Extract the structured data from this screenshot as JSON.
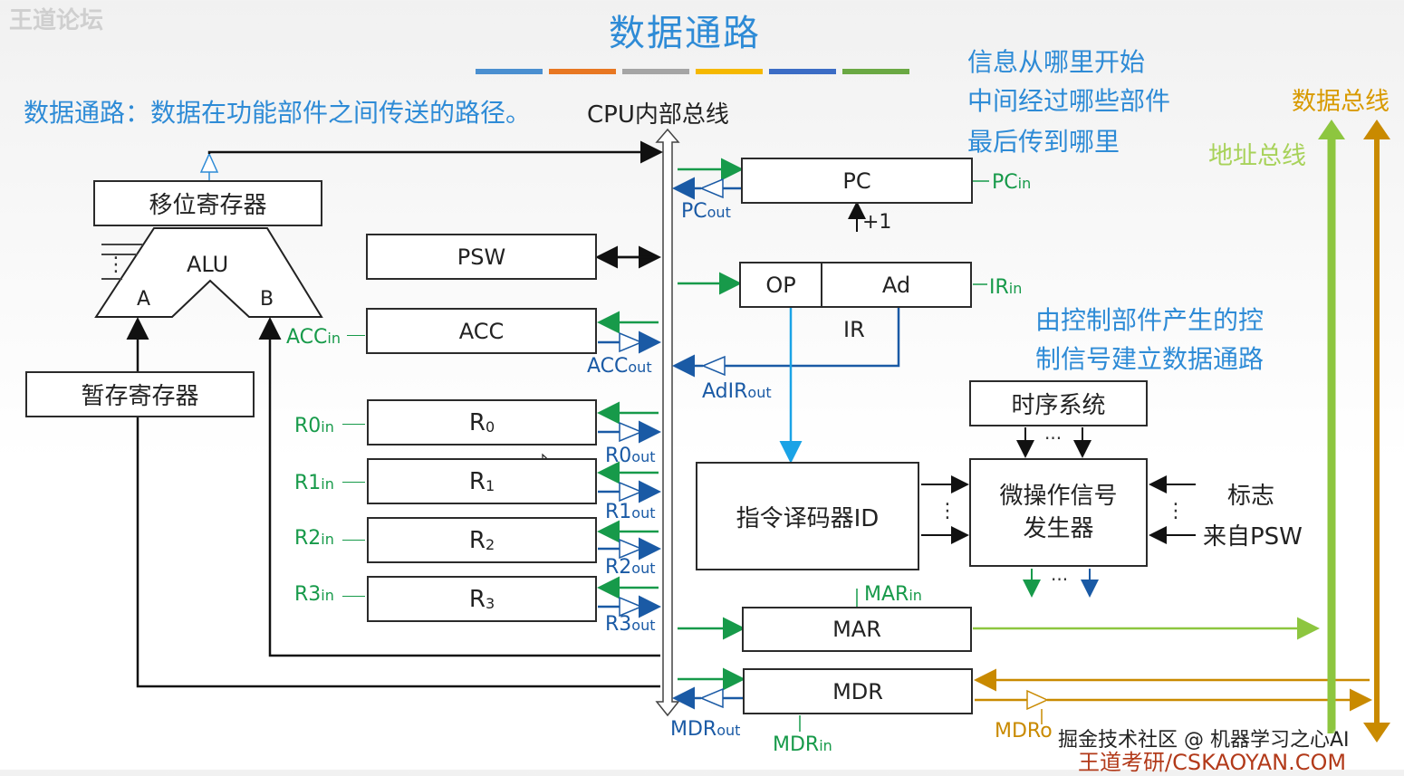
{
  "watermark_top": "王道论坛",
  "title": "数据通路",
  "definition": "数据通路：数据在功能部件之间传送的路径。",
  "bus_label": "CPU内部总线",
  "questions": [
    "信息从哪里开始",
    "中间经过哪些部件",
    "最后传到哪里"
  ],
  "data_bus": "数据总线",
  "addr_bus": "地址总线",
  "control_note": [
    "由控制部件产生的控",
    "制信号建立数据通路"
  ],
  "components": {
    "shift_reg": "移位寄存器",
    "alu": "ALU",
    "alu_a": "A",
    "alu_b": "B",
    "temp_reg": "暂存寄存器",
    "psw": "PSW",
    "acc": "ACC",
    "r0": "R",
    "r1": "R",
    "r2": "R",
    "r3": "R",
    "r0_sub": "0",
    "r1_sub": "1",
    "r2_sub": "2",
    "r3_sub": "3",
    "pc": "PC",
    "plus1": "+1",
    "op": "OP",
    "ad": "Ad",
    "ir": "IR",
    "decoder": "指令译码器ID",
    "timing": "时序系统",
    "micro_op": [
      "微操作信号",
      "发生器"
    ],
    "flags": [
      "标志",
      "来自PSW"
    ],
    "mar": "MAR",
    "mdr": "MDR",
    "ellipsis": "···",
    "vdots": "⋮"
  },
  "signals": {
    "acc_in": "ACC",
    "acc_out": "ACC",
    "r0_in": "R0",
    "r1_in": "R1",
    "r2_in": "R2",
    "r3_in": "R3",
    "r0_out": "R0",
    "r1_out": "R1",
    "r2_out": "R2",
    "r3_out": "R3",
    "pc_in": "PC",
    "pc_out": "PC",
    "ir_in": "IR",
    "ad_ir_out": "AdIR",
    "mar_in": "MAR",
    "mdr_in": "MDR",
    "mdr_out": "MDR",
    "mdr_out_e": "MDRo",
    "in": "in",
    "out": "out"
  },
  "footer": {
    "watermark": "掘金技术社区 @ 机器学习之心AI",
    "site": "王道考研/CSKAOYAN.COM"
  },
  "colors": {
    "title": "#2e8bd6",
    "green_signal": "#179a4a",
    "blue_signal": "#1a5aa5",
    "address_bus": "#8dc63f",
    "data_bus": "#c98a00",
    "decoder_link": "#1aa3e6",
    "stripes": [
      "#4a8fd0",
      "#e87722",
      "#a5a5a5",
      "#f5b800",
      "#3b6cc5",
      "#6aa843"
    ]
  }
}
